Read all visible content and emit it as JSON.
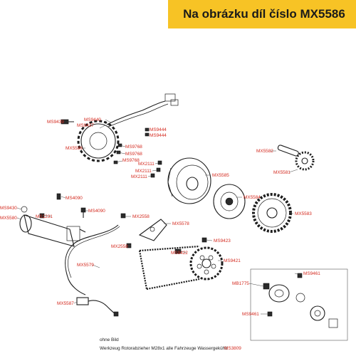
{
  "header": {
    "title": "Na obrázku díl číslo MX5586"
  },
  "accent_color": "#f7c325",
  "label_color": "#d42a1f",
  "labels": {
    "ms9439": "MS9439",
    "ms9440": "MS9440",
    "ms9437": "MS9437",
    "ms9444a": "MS9444",
    "ms9444b": "MS9444",
    "mx5586": "MX5586",
    "ms9768a": "MS9768",
    "ms9768b": "MS9768",
    "ms9768c": "MS9768",
    "mx2111a": "MX2111",
    "mx2111b": "MX2111",
    "mx2111c": "MX2111",
    "mx5585": "MX5585",
    "mx5582": "MX5582",
    "mx5581": "MX5581",
    "mx5584": "MX5584",
    "mx5583": "MX5583",
    "ms4090a": "MS4090",
    "ms4090b": "MS4090",
    "ms9430": "MS9430",
    "mx5580": "MX5580",
    "ms1231": "MS1231",
    "mx2558a": "MX2558",
    "mx2558b": "MX2558",
    "mx5578": "MX5578",
    "ms9423": "MS9423",
    "ms9422": "MS9422",
    "ms9421": "MS9421",
    "mx5579": "MX5579",
    "ms9461a": "MS9461",
    "ms9461b": "MS9461",
    "mb1775": "MB1775",
    "mx5587": "MX5587"
  },
  "footer": {
    "note": "ohne Bild",
    "tool_text": "Werkzeug Rotorabzieher M28x1 alle Fahrzeuge Wassergekühlt",
    "tool_code": "MS3809"
  }
}
